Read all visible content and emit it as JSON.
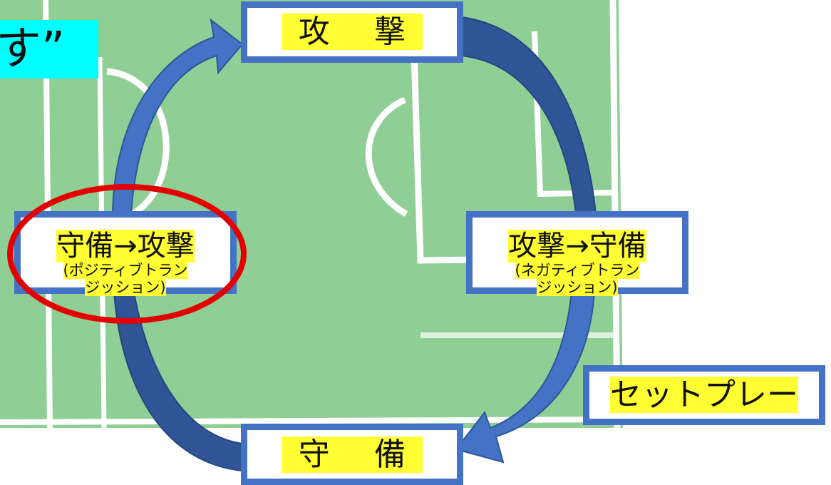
{
  "title_fragment": "す”",
  "boxes": {
    "attack": "攻 撃",
    "defense": "守 備",
    "positive_transition": {
      "main": "守備→攻撃",
      "sub_line1": "(ポジティブトラン",
      "sub_line2": "ジッション)"
    },
    "negative_transition": {
      "main": "攻撃→守備",
      "sub_line1": "(ネガティブトラン",
      "sub_line2": "ジッション)"
    },
    "set_play": "セットプレー"
  },
  "colors": {
    "field_green": "#8fcf95",
    "field_lines": "#ffffff",
    "arrow_blue": "#4472c4",
    "arrow_dark_blue": "#2f5597",
    "highlight": "#ffff33",
    "title_bg": "#00ffff",
    "circle_red": "#e30000"
  }
}
